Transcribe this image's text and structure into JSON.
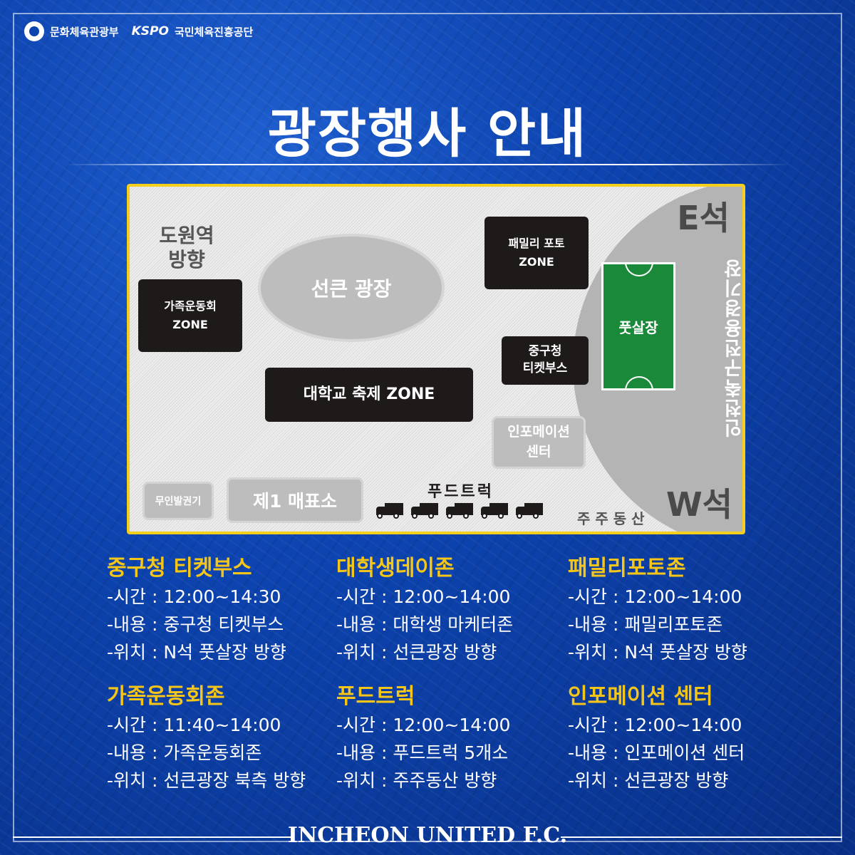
{
  "logos": {
    "ministry": "문화체육관광부",
    "kspo": "KSPO",
    "kspo_org": "국민체육진흥공단"
  },
  "title": "광장행사 안내",
  "map": {
    "stand_e": "E석",
    "stand_w": "W석",
    "stadium_name": "인천축구전용경기장",
    "direction": "도원역 방향",
    "plaza": "선큰 광장",
    "family_zone": [
      "가족운동회",
      "ZONE"
    ],
    "photo_zone": [
      "패밀리 포토",
      "ZONE"
    ],
    "futsal": "풋살장",
    "ticket_booth": [
      "중구청",
      "티켓부스"
    ],
    "university_zone": "대학교 축제 ZONE",
    "info_center": [
      "인포메이션",
      "센터"
    ],
    "kiosk": "무인발권기",
    "ticket_office": "제1 매표소",
    "food_truck": "푸드트럭",
    "parking": "주 주 동 산"
  },
  "events": [
    {
      "title": "중구청 티켓부스",
      "lines": [
        "-시간 : 12:00~14:30",
        "-내용 : 중구청 티켓부스",
        "-위치 : N석 풋살장 방향"
      ]
    },
    {
      "title": "대학생데이존",
      "lines": [
        "-시간 : 12:00~14:00",
        "-내용 : 대학생 마케터존",
        "-위치 : 선큰광장 방향"
      ]
    },
    {
      "title": "패밀리포토존",
      "lines": [
        "-시간 : 12:00~14:00",
        "-내용 : 패밀리포토존",
        "-위치 : N석 풋살장 방향"
      ]
    },
    {
      "title": "가족운동회존",
      "lines": [
        "-시간 : 11:40~14:00",
        "-내용 : 가족운동회존",
        "-위치 : 선큰광장 북측 방향"
      ]
    },
    {
      "title": "푸드트럭",
      "lines": [
        "-시간 : 12:00~14:00",
        "-내용 : 푸드트럭 5개소",
        "-위치 : 주주동산 방향"
      ]
    },
    {
      "title": "인포메이션 센터",
      "lines": [
        "-시간 : 12:00~14:00",
        "-내용 : 인포메이션 센터",
        "-위치 : 선큰광장 방향"
      ]
    }
  ],
  "footer": "INCHEON UNITED F.C."
}
